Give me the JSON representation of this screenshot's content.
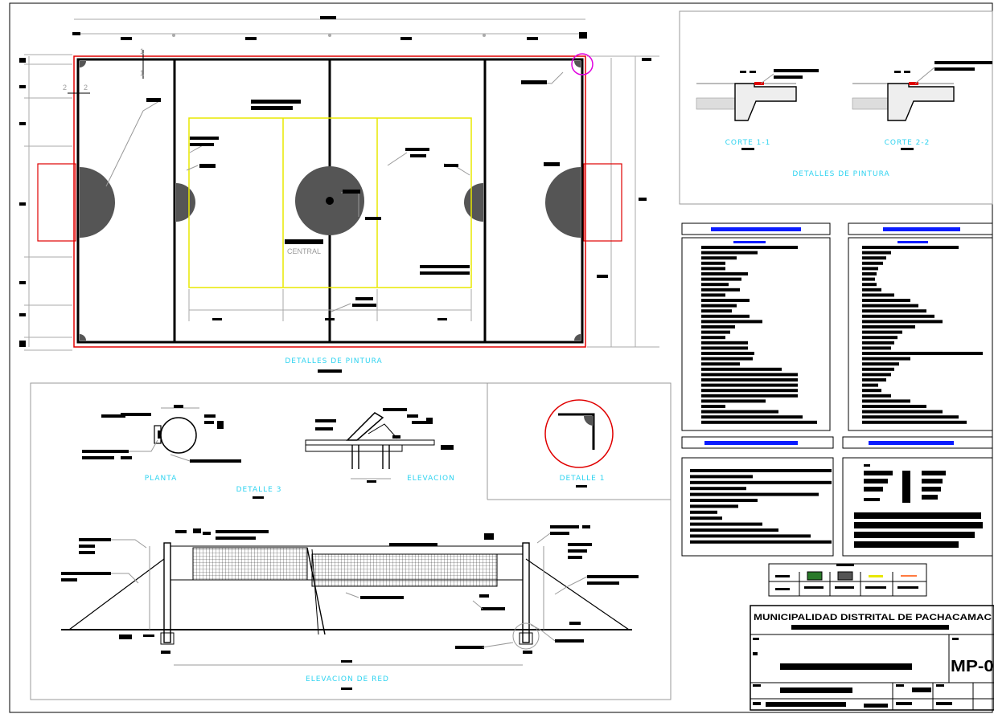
{
  "court": {
    "title": "DETALLES DE PINTURA",
    "center_label": "CENTRAL",
    "sections": [
      "1",
      "1",
      "2",
      "2"
    ]
  },
  "section_panel": {
    "corte_a": "CORTE 1-1",
    "corte_b": "CORTE 2-2",
    "title": "DETALLES DE PINTURA"
  },
  "detail3": {
    "planta": "PLANTA",
    "title": "DETALLE 3",
    "elevacion": "ELEVACION"
  },
  "detail1": {
    "title": "DETALLE 1"
  },
  "net": {
    "title": "ELEVACION DE RED"
  },
  "title_block": {
    "owner": "MUNICIPALIDAD DISTRITAL DE PACHACAMAC",
    "sheet_code": "MP-0"
  },
  "colors": {
    "court_outline": "#e00000",
    "lines": "#000000",
    "volley_court": "#e8e800",
    "circles": "#555555",
    "label_text": "#2fd3f0",
    "note_bars": "#0a1cff",
    "marker": "#e000e0"
  }
}
